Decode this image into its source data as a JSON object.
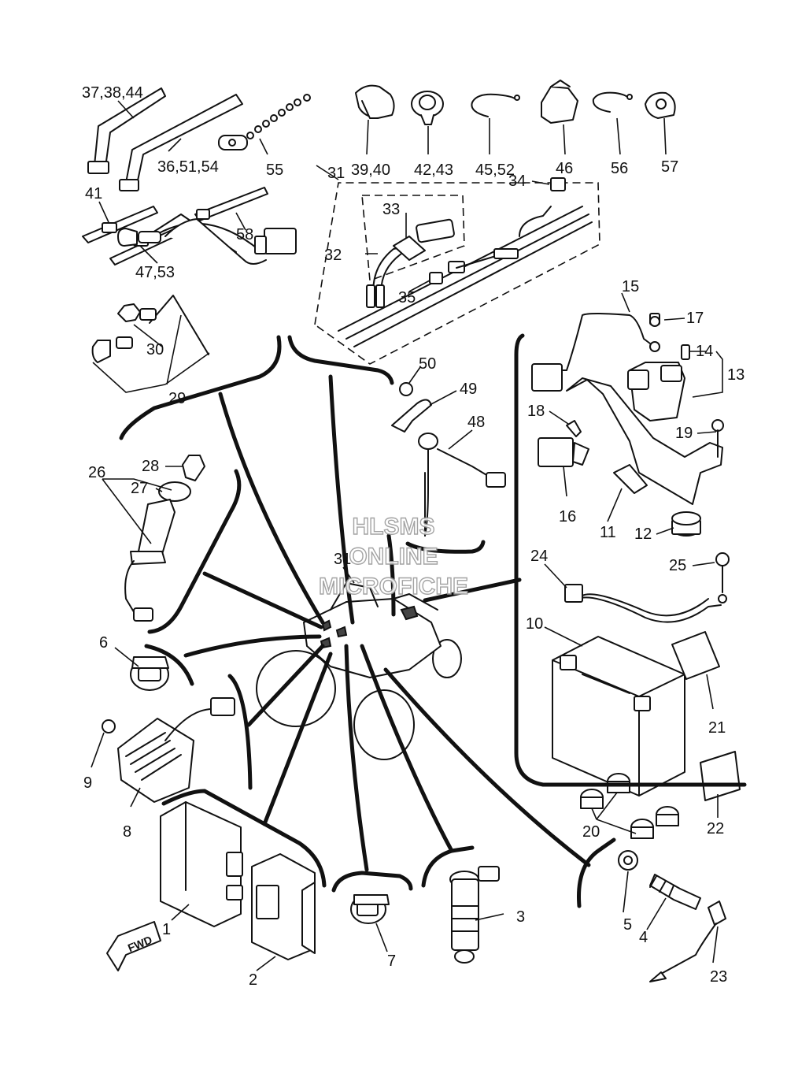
{
  "diagram": {
    "callouts": [
      {
        "id": "c-37-38-44",
        "text": "37,38,44"
      },
      {
        "id": "c-36-51-54",
        "text": "36,51,54"
      },
      {
        "id": "c-55",
        "text": "55"
      },
      {
        "id": "c-39-40",
        "text": "39,40"
      },
      {
        "id": "c-42-43",
        "text": "42,43"
      },
      {
        "id": "c-45-52",
        "text": "45,52"
      },
      {
        "id": "c-46",
        "text": "46"
      },
      {
        "id": "c-56",
        "text": "56"
      },
      {
        "id": "c-57",
        "text": "57"
      },
      {
        "id": "c-41",
        "text": "41"
      },
      {
        "id": "c-58",
        "text": "58"
      },
      {
        "id": "c-47-53",
        "text": "47,53"
      },
      {
        "id": "c-31a",
        "text": "31"
      },
      {
        "id": "c-33",
        "text": "33"
      },
      {
        "id": "c-34",
        "text": "34"
      },
      {
        "id": "c-32",
        "text": "32"
      },
      {
        "id": "c-35",
        "text": "35"
      },
      {
        "id": "c-30",
        "text": "30"
      },
      {
        "id": "c-29",
        "text": "29"
      },
      {
        "id": "c-15",
        "text": "15"
      },
      {
        "id": "c-17",
        "text": "17"
      },
      {
        "id": "c-14",
        "text": "14"
      },
      {
        "id": "c-13",
        "text": "13"
      },
      {
        "id": "c-50",
        "text": "50"
      },
      {
        "id": "c-49",
        "text": "49"
      },
      {
        "id": "c-48",
        "text": "48"
      },
      {
        "id": "c-18",
        "text": "18"
      },
      {
        "id": "c-19",
        "text": "19"
      },
      {
        "id": "c-28",
        "text": "28"
      },
      {
        "id": "c-26",
        "text": "26"
      },
      {
        "id": "c-27",
        "text": "27"
      },
      {
        "id": "c-16",
        "text": "16"
      },
      {
        "id": "c-11",
        "text": "11"
      },
      {
        "id": "c-12",
        "text": "12"
      },
      {
        "id": "c-31b",
        "text": "31"
      },
      {
        "id": "c-24",
        "text": "24"
      },
      {
        "id": "c-25",
        "text": "25"
      },
      {
        "id": "c-10",
        "text": "10"
      },
      {
        "id": "c-6",
        "text": "6"
      },
      {
        "id": "c-21",
        "text": "21"
      },
      {
        "id": "c-9",
        "text": "9"
      },
      {
        "id": "c-22",
        "text": "22"
      },
      {
        "id": "c-8",
        "text": "8"
      },
      {
        "id": "c-20",
        "text": "20"
      },
      {
        "id": "c-1",
        "text": "1"
      },
      {
        "id": "c-3",
        "text": "3"
      },
      {
        "id": "c-5",
        "text": "5"
      },
      {
        "id": "c-4",
        "text": "4"
      },
      {
        "id": "c-7",
        "text": "7"
      },
      {
        "id": "c-2",
        "text": "2"
      },
      {
        "id": "c-23",
        "text": "23"
      }
    ],
    "fwd_label": "FWD",
    "watermark": [
      "HLSMS",
      "ONLINE",
      "MICROFICHE"
    ]
  }
}
